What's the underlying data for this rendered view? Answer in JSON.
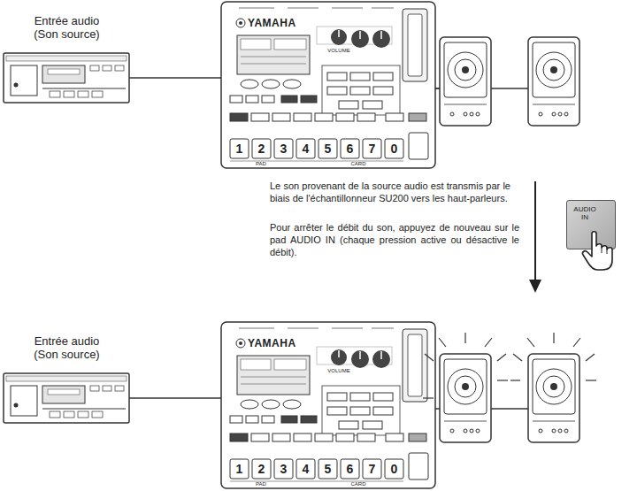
{
  "diagram": {
    "nodes": [
      {
        "text": [
          "Entrée audio (Son source)"
        ]
      },
      {
        "text": [
          "YAMAHA"
        ]
      },
      {
        "text": [
          "AUDIO IN"
        ]
      },
      {
        "text": [
          "Entrée audio (Son source)"
        ]
      },
      {
        "text": [
          "YAMAHA"
        ]
      }
    ],
    "edges": [
      {
        "from": 0,
        "to": 1,
        "arrow": "none"
      },
      {
        "from": 3,
        "to": 4,
        "arrow": "none"
      }
    ],
    "labels": [
      "VOLUME",
      "1",
      "2",
      "3",
      "4",
      "5",
      "6",
      "7",
      "0",
      "PAD",
      "CARD",
      "Le son provenant de la source audio est transmis par le biais de l'échantillonneur SU200 vers les haut-parleurs.",
      "Pour arrêter le débit du son, appuyez de nouveau sur le pad AUDIO IN (chaque pression active ou désactive le débit).",
      "VOLUME",
      "1",
      "2",
      "3",
      "4",
      "5",
      "6",
      "7",
      "0",
      "PAD",
      "CARD"
    ]
  }
}
